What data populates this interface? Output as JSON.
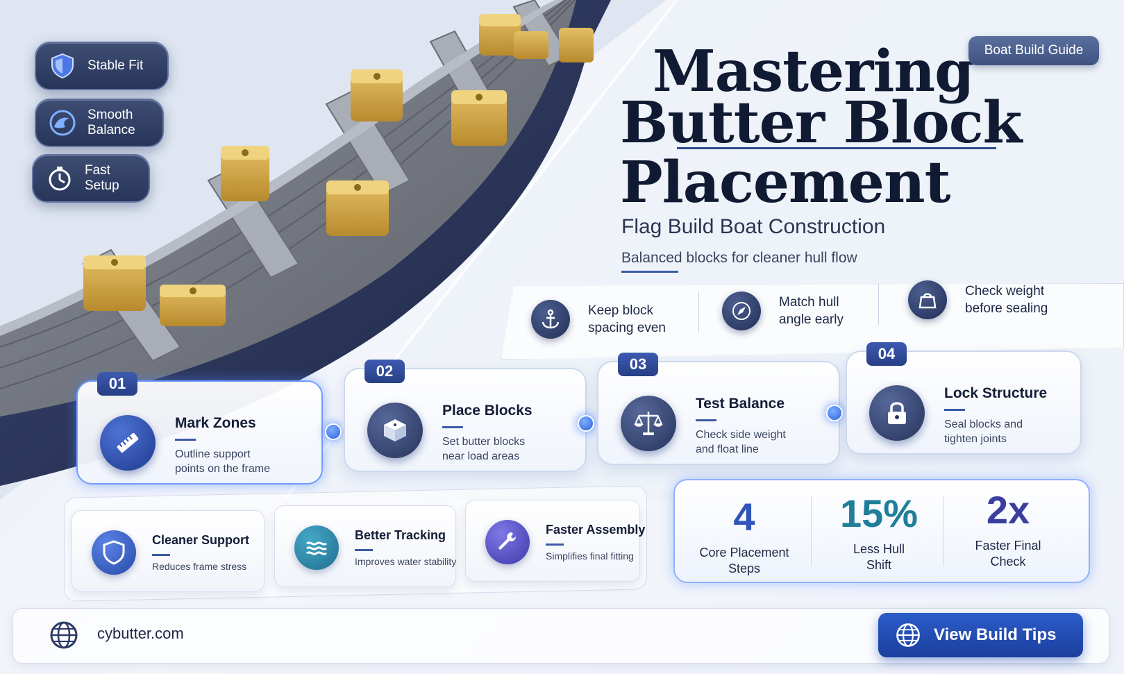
{
  "pills": [
    {
      "label": "Stable Fit",
      "icon": "shield-icon"
    },
    {
      "label": "Smooth\nBalance",
      "icon": "wave-icon"
    },
    {
      "label": "Fast\nSetup",
      "icon": "stopwatch-icon"
    }
  ],
  "header": {
    "title_line1": "Mastering",
    "title_line2": "Butter Block",
    "title_line3": "Placement",
    "subtitle": "Flag Build Boat Construction",
    "tagline": "Balanced blocks for cleaner hull flow",
    "badge": "Boat Build Guide"
  },
  "tips": [
    {
      "text": "Keep block\nspacing even",
      "icon": "anchor-icon"
    },
    {
      "text": "Match hull\nangle early",
      "icon": "compass-icon"
    },
    {
      "text": "Check weight\nbefore sealing",
      "icon": "weight-icon"
    }
  ],
  "steps": [
    {
      "num": "01",
      "title": "Mark Zones",
      "desc": "Outline support\npoints on the frame",
      "icon": "ruler-icon"
    },
    {
      "num": "02",
      "title": "Place Blocks",
      "desc": "Set butter blocks\nnear load areas",
      "icon": "cube-icon"
    },
    {
      "num": "03",
      "title": "Test Balance",
      "desc": "Check side weight\nand float line",
      "icon": "scale-icon"
    },
    {
      "num": "04",
      "title": "Lock Structure",
      "desc": "Seal blocks and\ntighten joints",
      "icon": "lock-icon"
    }
  ],
  "benefits": [
    {
      "title": "Cleaner Support",
      "desc": "Reduces frame stress",
      "icon": "shield-icon"
    },
    {
      "title": "Better Tracking",
      "desc": "Improves water stability",
      "icon": "waves-icon"
    },
    {
      "title": "Faster Assembly",
      "desc": "Simplifies final fitting",
      "icon": "wrench-icon"
    }
  ],
  "stats": [
    {
      "value": "4",
      "label": "Core Placement\nSteps"
    },
    {
      "value": "15%",
      "label": "Less Hull\nShift"
    },
    {
      "value": "2x",
      "label": "Faster Final\nCheck"
    }
  ],
  "footer": {
    "site": "cybutter.com",
    "cta": "View Build Tips"
  },
  "colors": {
    "navy": "#1b2540",
    "accent_blue": "#2f63e0",
    "stat_teal": "#1f7f9a",
    "stat_indigo": "#3a3f9e"
  }
}
